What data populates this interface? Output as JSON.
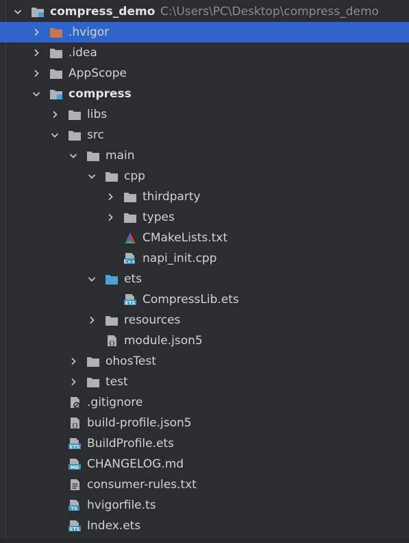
{
  "project": {
    "root_name": "compress_demo",
    "root_path": "C:\\Users\\PC\\Desktop\\compress_demo"
  },
  "tree": [
    {
      "label": "compress_demo",
      "path": "C:\\Users\\PC\\Desktop\\compress_demo",
      "depth": 0,
      "chevron": "down",
      "icon": "module-folder-icon",
      "bold": true
    },
    {
      "label": ".hvigor",
      "depth": 1,
      "chevron": "right",
      "icon": "folder-excluded-icon",
      "selected": true
    },
    {
      "label": ".idea",
      "depth": 1,
      "chevron": "right",
      "icon": "folder-icon"
    },
    {
      "label": "AppScope",
      "depth": 1,
      "chevron": "right",
      "icon": "folder-icon"
    },
    {
      "label": "compress",
      "depth": 1,
      "chevron": "down",
      "icon": "module-folder-icon",
      "bold": true
    },
    {
      "label": "libs",
      "depth": 2,
      "chevron": "right",
      "icon": "folder-icon"
    },
    {
      "label": "src",
      "depth": 2,
      "chevron": "down",
      "icon": "folder-icon"
    },
    {
      "label": "main",
      "depth": 3,
      "chevron": "down",
      "icon": "folder-icon"
    },
    {
      "label": "cpp",
      "depth": 4,
      "chevron": "down",
      "icon": "folder-icon"
    },
    {
      "label": "thirdparty",
      "depth": 5,
      "chevron": "right",
      "icon": "folder-icon"
    },
    {
      "label": "types",
      "depth": 5,
      "chevron": "right",
      "icon": "folder-icon"
    },
    {
      "label": "CMakeLists.txt",
      "depth": 5,
      "chevron": "none",
      "icon": "cmake-icon"
    },
    {
      "label": "napi_init.cpp",
      "depth": 5,
      "chevron": "none",
      "icon": "cpp-file-icon"
    },
    {
      "label": "ets",
      "depth": 4,
      "chevron": "down",
      "icon": "source-folder-icon"
    },
    {
      "label": "CompressLib.ets",
      "depth": 5,
      "chevron": "none",
      "icon": "ets-file-icon"
    },
    {
      "label": "resources",
      "depth": 4,
      "chevron": "right",
      "icon": "folder-icon"
    },
    {
      "label": "module.json5",
      "depth": 4,
      "chevron": "none",
      "icon": "json5-file-icon"
    },
    {
      "label": "ohosTest",
      "depth": 3,
      "chevron": "right",
      "icon": "folder-icon"
    },
    {
      "label": "test",
      "depth": 3,
      "chevron": "right",
      "icon": "folder-icon"
    },
    {
      "label": ".gitignore",
      "depth": 2,
      "chevron": "none",
      "icon": "gitignore-file-icon"
    },
    {
      "label": "build-profile.json5",
      "depth": 2,
      "chevron": "none",
      "icon": "json5-file-icon"
    },
    {
      "label": "BuildProfile.ets",
      "depth": 2,
      "chevron": "none",
      "icon": "ets-file-icon"
    },
    {
      "label": "CHANGELOG.md",
      "depth": 2,
      "chevron": "none",
      "icon": "md-file-icon"
    },
    {
      "label": "consumer-rules.txt",
      "depth": 2,
      "chevron": "none",
      "icon": "text-file-icon"
    },
    {
      "label": "hvigorfile.ts",
      "depth": 2,
      "chevron": "none",
      "icon": "ts-file-icon"
    },
    {
      "label": "Index.ets",
      "depth": 2,
      "chevron": "none",
      "icon": "ets-file-icon"
    }
  ],
  "colors": {
    "background": "#2b2d30",
    "selection": "#2f65ca",
    "folder": "#aeb2b8",
    "excluded_folder": "#c7774f",
    "source_folder": "#4fa3d1",
    "ets_badge": "#3592c4",
    "ts_badge": "#3592c4",
    "md_badge": "#3592c4"
  }
}
